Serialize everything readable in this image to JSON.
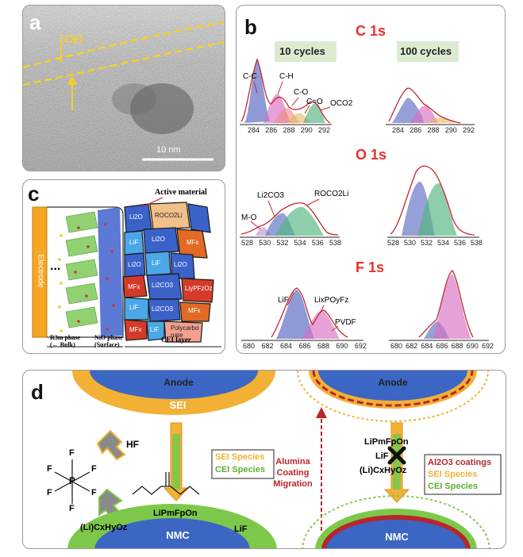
{
  "panel_a": {
    "label": "a",
    "cei_label": "CEI",
    "scale_bar": "10 nm"
  },
  "panel_b": {
    "label": "b",
    "cycle_labels": [
      "10 cycles",
      "100 cycles"
    ],
    "c1s": {
      "title": "C 1s",
      "peaks": [
        "C-C",
        "C-H",
        "C-O",
        "C=O",
        "OCO2"
      ],
      "ticks": [
        "284",
        "286",
        "288",
        "290",
        "292"
      ]
    },
    "o1s": {
      "title": "O 1s",
      "peaks": [
        "Li2CO3",
        "ROCO2Li",
        "M-O"
      ],
      "ticks": [
        "528",
        "530",
        "532",
        "534",
        "536",
        "538"
      ]
    },
    "f1s": {
      "title": "F 1s",
      "peaks": [
        "LiF",
        "LixPOyFz",
        "PVDF"
      ],
      "ticks": [
        "680",
        "682",
        "684",
        "686",
        "688",
        "690",
        "692"
      ]
    },
    "colors": {
      "title_red": "#e8312c",
      "label_box": "#dcebd0"
    }
  },
  "panel_c": {
    "label": "c",
    "electrode": "Electrode",
    "dots": "...",
    "active_material": "Active material",
    "phase_bulk_line1": "R3m phase",
    "phase_bulk_line2": "(← Bulk)",
    "phase_nio_line1": "NiO phase",
    "phase_nio_line2": "(Surface)",
    "cei_layer": "CEI layer",
    "cells": {
      "li2o": "Li2O",
      "lif": "LiF",
      "roco2li": "ROCO2Li",
      "mfx": "MFx",
      "li2co3": "Li2CO3",
      "lipfo": "LiyPFzOz",
      "polycarb_1": "Polycarbo",
      "polycarb_2": "nate"
    }
  },
  "panel_d": {
    "label": "d",
    "anode": "Anode",
    "sei": "SEI",
    "hf": "HF",
    "f_atom": "F",
    "p_atom": "P",
    "legend_sei": "SEI Species",
    "legend_cei": "CEI Species",
    "legend_al2o3": "Al2O3 coatings",
    "lipfo": "LiPmFpOn",
    "lif": "LiF",
    "lichox_left": "(Li)CxHyOz",
    "lichox_right": "(Li)CxHyOz",
    "nmc": "NMC",
    "alumina_1": "Alumina",
    "alumina_2": "Coating",
    "alumina_3": "Migration",
    "colors": {
      "sei": "#f2b134",
      "cei": "#7dc84a",
      "nmc": "#3b66c4",
      "al2o3": "#b8262c"
    }
  }
}
